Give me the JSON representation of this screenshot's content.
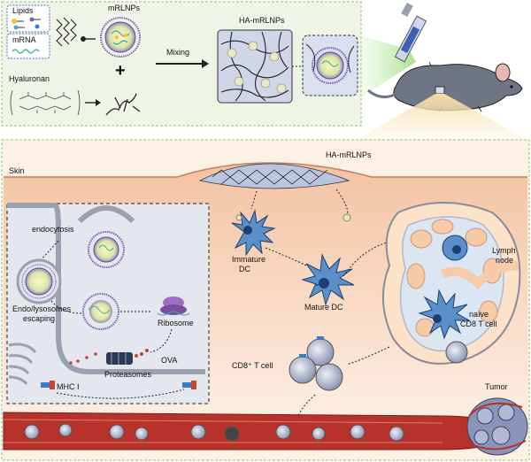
{
  "top_panel": {
    "lipids": "Lipids",
    "mrna": "mRNA",
    "mrlnps": "mRLNPs",
    "plus": "+",
    "hyaluronan": "Hyaluronan",
    "mixing": "Mixing",
    "ha_mrlnps": "HA-mRLNPs"
  },
  "main_panel": {
    "skin": "Skin",
    "ha_mrlnps": "HA-mRLNPs",
    "endocytosis": "endocytosis",
    "endo_escape_1": "Endo/lysosomes",
    "endo_escape_2": "escaping",
    "ribosome": "Ribosome",
    "ova": "OVA",
    "proteasomes": "Proteasomes",
    "mhc": "MHC I",
    "immature_dc_1": "Immature",
    "immature_dc_2": "DC",
    "mature_dc": "Mature DC",
    "lymph_1": "Lymph",
    "lymph_2": "node",
    "naive_1": "naïve",
    "naive_2": "CD8 T cell",
    "cd8": "CD8⁺ T cell",
    "tumor": "Tumor"
  },
  "colors": {
    "top_bg": "#eef5e6",
    "top_border": "#8cc36a",
    "skin": "#f4c8a8",
    "tissue": "#fbe6d5",
    "dc": "#5a8fc9",
    "vessel": "#b8322c",
    "tcell": "#b9c2d6"
  }
}
